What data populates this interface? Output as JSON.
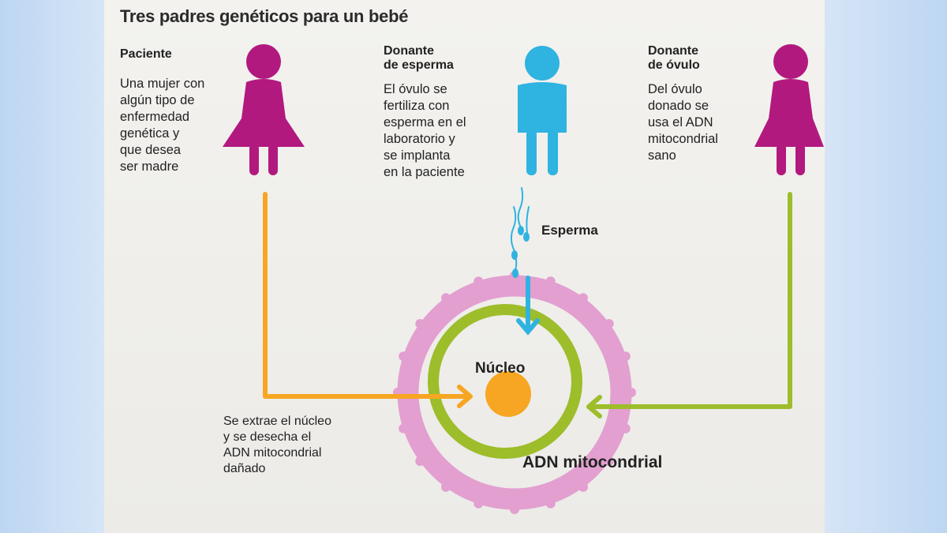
{
  "title": "Tres padres genéticos para un bebé",
  "patient": {
    "heading": "Paciente",
    "lines": [
      "Una mujer con",
      "algún tipo de",
      "enfermedad",
      "genética y",
      "que desea",
      "ser madre"
    ]
  },
  "sperm_donor": {
    "heading_lines": [
      "Donante",
      "de esperma"
    ],
    "lines": [
      "El óvulo se",
      "fertiliza con",
      "esperma en el",
      "laboratorio y",
      "se implanta",
      "en la paciente"
    ]
  },
  "egg_donor": {
    "heading_lines": [
      "Donante",
      "de óvulo"
    ],
    "lines": [
      "Del óvulo",
      "donado se",
      "usa el ADN",
      "mitocondrial",
      "sano"
    ]
  },
  "labels": {
    "sperm": "Esperma",
    "nucleus": "Núcleo",
    "mito_dna": "ADN mitocondrial"
  },
  "extraction_note": {
    "lines": [
      "Se extrae el núcleo",
      "y se desecha el",
      "ADN mitocondrial",
      "dañado"
    ]
  },
  "colors": {
    "female": "#b2197f",
    "male": "#2fb3e0",
    "arrow_orange": "#f7a623",
    "arrow_green": "#9dbd2b",
    "outer_ring": "#e29fd0",
    "nucleus": "#f7a623"
  }
}
